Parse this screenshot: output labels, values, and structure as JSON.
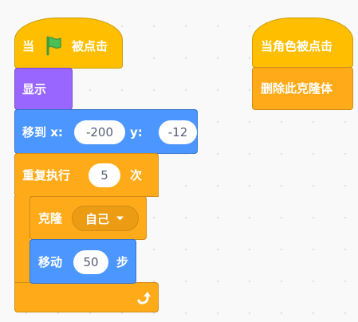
{
  "script1": {
    "hat": {
      "prefix": "当",
      "suffix": "被点击",
      "icon": "green-flag-icon"
    },
    "show": {
      "label": "显示"
    },
    "goto": {
      "label": "移到 x:",
      "x_value": "-200",
      "y_label": "y:",
      "y_value": "-12"
    },
    "repeat": {
      "label": "重复执行",
      "count": "5",
      "suffix": "次",
      "icon": "loop-arrow-icon"
    },
    "clone": {
      "label": "克隆",
      "target": "自己",
      "icon": "dropdown-caret-icon"
    },
    "move": {
      "label": "移动",
      "steps": "50",
      "suffix": "步"
    }
  },
  "script2": {
    "hat": {
      "label": "当角色被点击"
    },
    "delete": {
      "label": "删除此克隆体"
    }
  },
  "colors": {
    "events": "#ffbf00",
    "looks": "#9966ff",
    "motion": "#4c97ff",
    "control": "#ffab19",
    "flag_green": "#4cbf56"
  }
}
